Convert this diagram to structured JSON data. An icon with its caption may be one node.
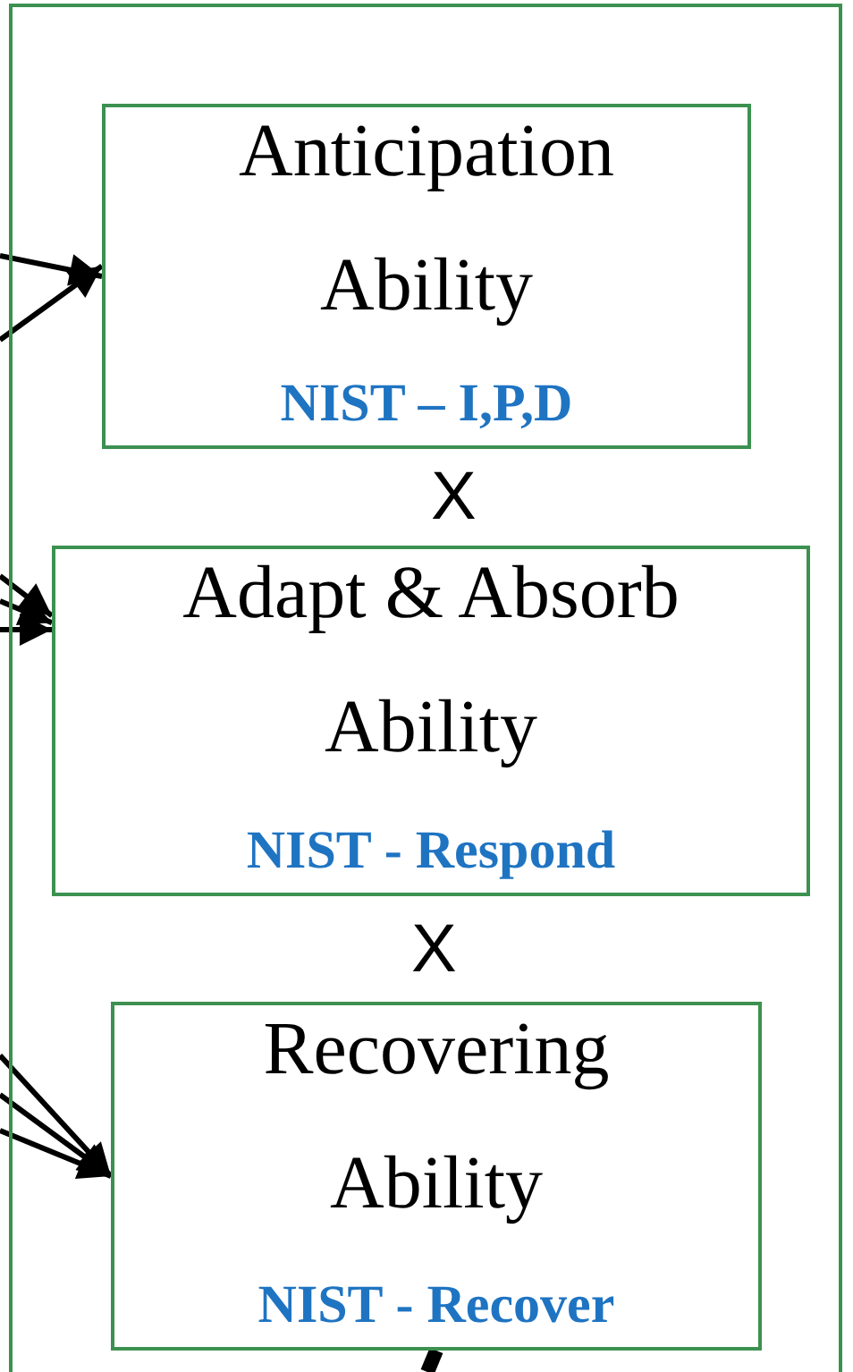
{
  "diagram": {
    "nodes": [
      {
        "text": [],
        "shape": "box"
      },
      {
        "text": [
          "Anticipation Ability",
          "NIST – I,P,D"
        ],
        "in": 0
      },
      {
        "text": [
          "Adapt & Absorb Ability",
          "NIST - Respond"
        ],
        "in": 0
      },
      {
        "text": [
          "Recovering Ability",
          "NIST - Recover"
        ],
        "in": 0
      }
    ],
    "edges": [
      {
        "from": null,
        "to": 1,
        "arrow": "to"
      },
      {
        "from": null,
        "to": 1,
        "arrow": "to"
      },
      {
        "from": null,
        "to": 2,
        "arrow": "to"
      },
      {
        "from": null,
        "to": 2,
        "arrow": "to"
      },
      {
        "from": null,
        "to": 2,
        "arrow": "to"
      },
      {
        "from": null,
        "to": 3,
        "arrow": "to"
      },
      {
        "from": null,
        "to": 3,
        "arrow": "to"
      },
      {
        "from": null,
        "to": 3,
        "arrow": "to"
      },
      {
        "from": 3,
        "to": null,
        "arrow": "none",
        "style": "thick"
      }
    ],
    "labels": [
      "X",
      "X"
    ]
  }
}
